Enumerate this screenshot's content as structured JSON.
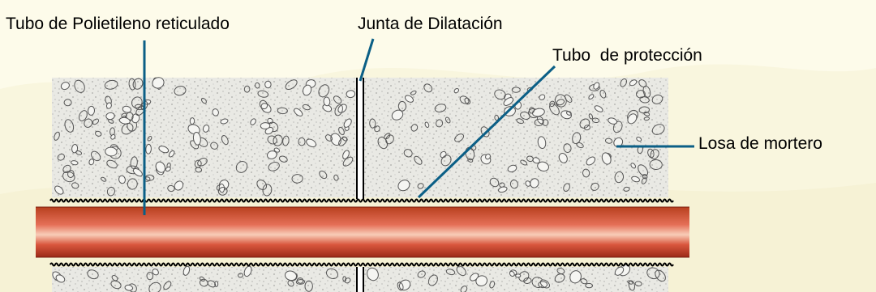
{
  "labels": {
    "tubo_polietileno": "Tubo de Polietileno reticulado",
    "junta_dilatacion": "Junta de Dilatación",
    "tubo_proteccion": "Tubo  de protección",
    "losa_mortero": "Losa de mortero"
  },
  "colors": {
    "background": "#fdfbea",
    "pointer_line": "#0b5f86",
    "pipe_dark": "#a8301c",
    "pipe_light": "#f8cdb8",
    "concrete": "#e9e9e4",
    "aggregate": "#555555"
  }
}
